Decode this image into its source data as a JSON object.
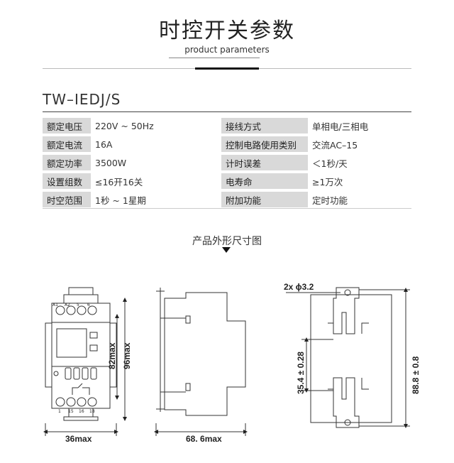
{
  "header": {
    "title_cn": "时控开关参数",
    "title_en": "product parameters"
  },
  "model": "TW–IEDJ/S",
  "specs": [
    {
      "label1": "额定电压",
      "value1": "220V ~ 50Hz",
      "label2": "接线方式",
      "value2": "单相电/三相电"
    },
    {
      "label1": "额定电流",
      "value1": "16A",
      "label2": "控制电路使用类别",
      "value2": "交流AC–15"
    },
    {
      "label1": "额定功率",
      "value1": "3500W",
      "label2": "计时误差",
      "value2": "＜1秒/天"
    },
    {
      "label1": "设置组数",
      "value1": "≤16开16关",
      "label2": "电寿命",
      "value2": "≥1万次"
    },
    {
      "label1": "时空范围",
      "value1": "1秒 ~ 1星期",
      "label2": "附加功能",
      "value2": "定时功能"
    }
  ],
  "diagram": {
    "title": "产品外形尺寸图",
    "dims": {
      "height_inner": "82max",
      "height_outer": "96max",
      "width_front": "36max",
      "depth_side": "68. 6max",
      "hole": "2x ϕ3.2",
      "hole_spacing": "35.4 ± 0.28",
      "mount_height": "88.8 ± 0.8"
    },
    "terminal_labels_top": [
      "A1",
      "A2",
      "5",
      "6"
    ],
    "terminal_labels_bottom": [
      "1",
      "15",
      "16",
      "18"
    ]
  }
}
